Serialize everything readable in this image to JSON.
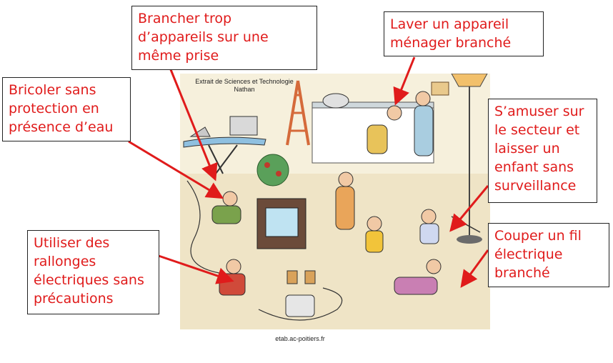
{
  "credit": {
    "line1": "Extrait de Sciences et Technologie",
    "line2": "Nathan"
  },
  "source": "etab.ac-poitiers.fr",
  "callouts": {
    "multiprise": "Brancher trop\nd’appareils sur une\nmême prise",
    "laver": "Laver un appareil\nménager branché",
    "bricoler": "Bricoler sans\nprotection en\nprésence d’eau",
    "secteur": "S’amuser sur\nle secteur et\nlaisser un\nenfant sans\nsurveillance",
    "rallonges": "Utiliser des\nrallonges\nélectriques sans\nprécautions",
    "couper": "Couper un fil\nélectrique\nbranché"
  },
  "colors": {
    "callout_text": "#e01b1b",
    "arrow": "#e01b1b",
    "scene_bg": "#f3ebd2"
  }
}
